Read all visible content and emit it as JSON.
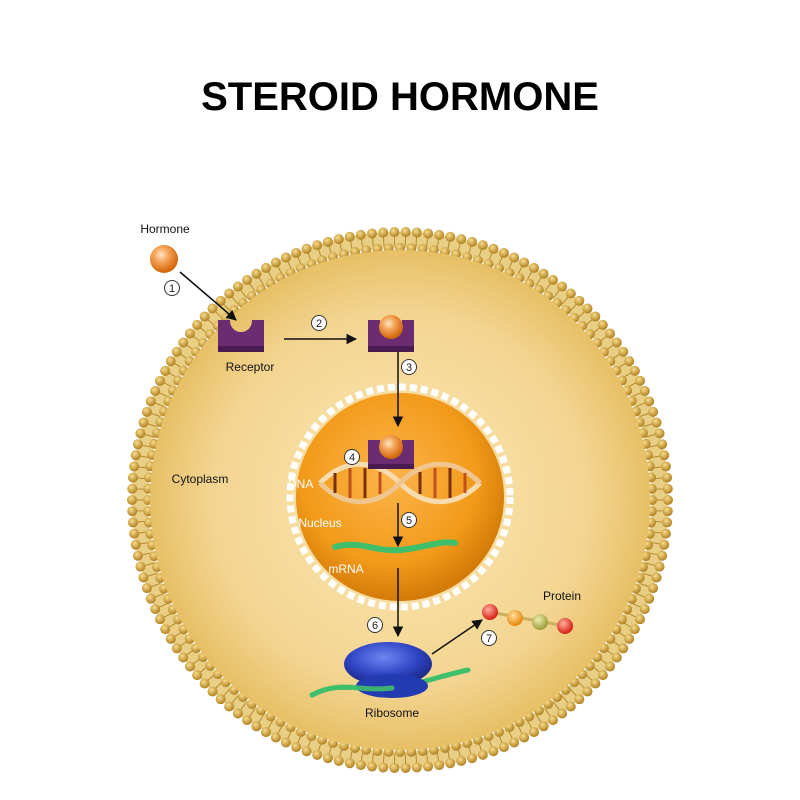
{
  "title": "STEROID HORMONE",
  "labels": {
    "hormone": "Hormone",
    "receptor": "Receptor",
    "cytoplasm": "Cytoplasm",
    "dna": "DNA",
    "nucleus": "Nucleus",
    "mrna": "mRNA",
    "protein": "Protein",
    "ribosome": "Ribosome"
  },
  "steps": [
    "1",
    "2",
    "3",
    "4",
    "5",
    "6",
    "7"
  ],
  "colors": {
    "membrane": "#d4a93a",
    "cytoplasm": "#f4dc9a",
    "nucleus": "#f29a1a",
    "receptor": "#6b2c72",
    "hormone": "#f0902a",
    "mrna": "#3fbf6a",
    "ribosome": "#2c3fb8",
    "dna": "#f2d4a8"
  }
}
